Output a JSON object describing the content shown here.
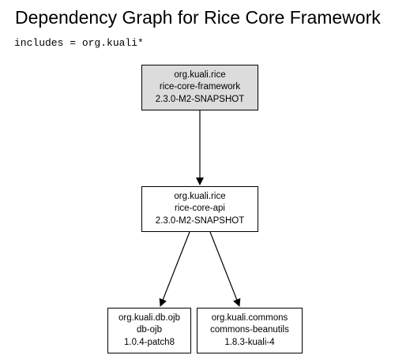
{
  "title": "Dependency Graph for Rice Core Framework",
  "includes": "includes = org.kuali*",
  "colors": {
    "root_fill": "#dcdcdc",
    "node_fill": "#ffffff",
    "stroke": "#000000"
  },
  "nodes": {
    "framework": {
      "group": "org.kuali.rice",
      "artifact": "rice-core-framework",
      "version": "2.3.0-M2-SNAPSHOT"
    },
    "api": {
      "group": "org.kuali.rice",
      "artifact": "rice-core-api",
      "version": "2.3.0-M2-SNAPSHOT"
    },
    "ojb": {
      "group": "org.kuali.db.ojb",
      "artifact": "db-ojb",
      "version": "1.0.4-patch8"
    },
    "beanutils": {
      "group": "org.kuali.commons",
      "artifact": "commons-beanutils",
      "version": "1.8.3-kuali-4"
    }
  },
  "edges": [
    {
      "from": "framework",
      "to": "api"
    },
    {
      "from": "api",
      "to": "ojb"
    },
    {
      "from": "api",
      "to": "beanutils"
    }
  ]
}
